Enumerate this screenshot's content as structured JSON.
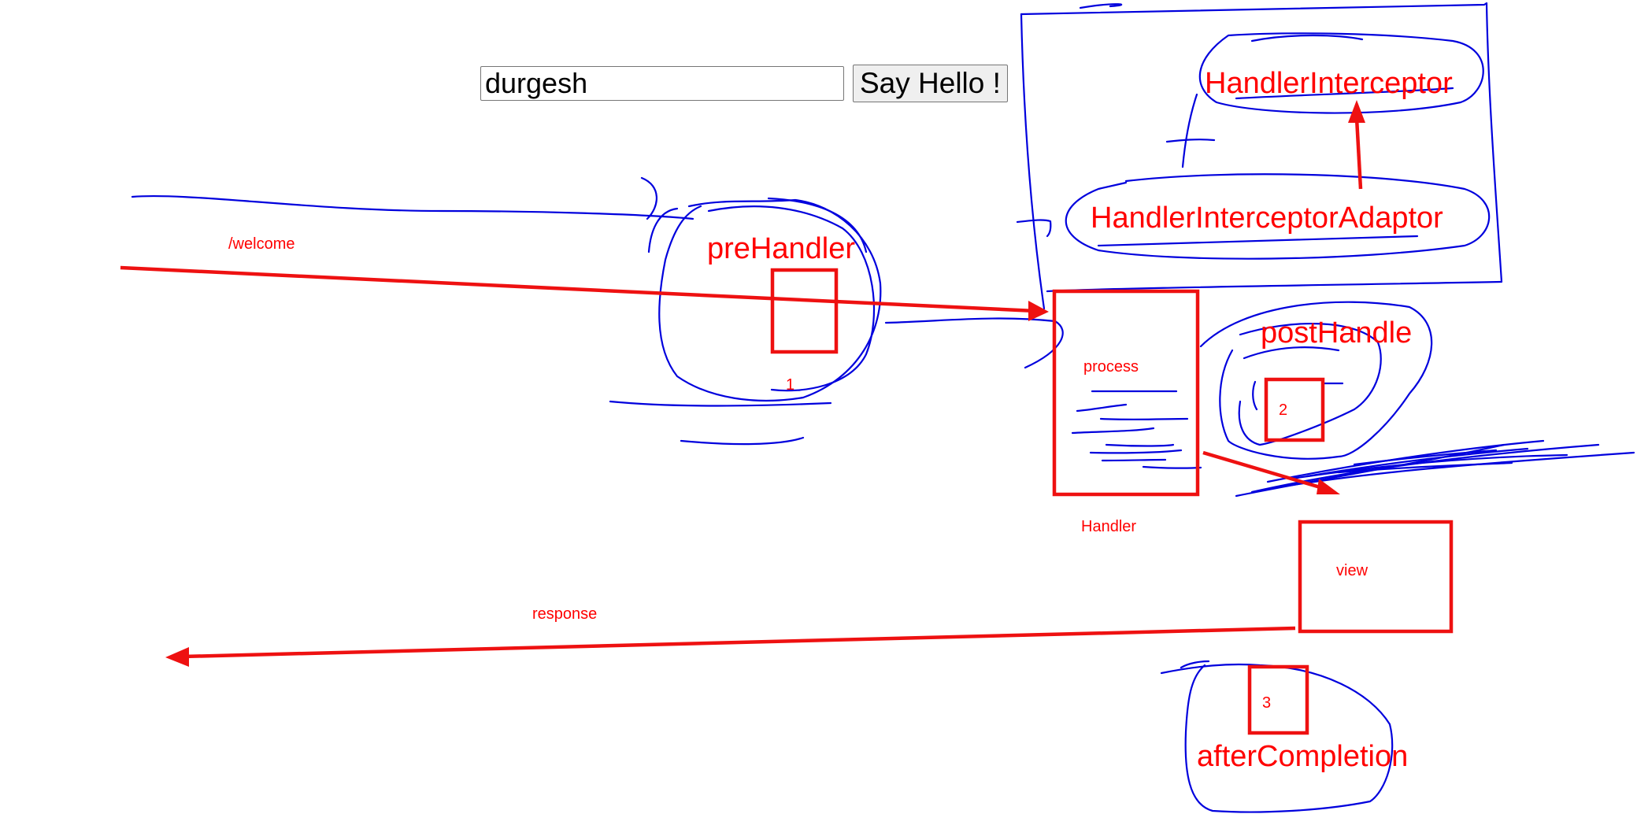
{
  "form": {
    "name_value": "durgesh",
    "button_label": "Say Hello !"
  },
  "labels": {
    "handler_interceptor": "HandlerInterceptor",
    "handler_interceptor_adaptor": "HandlerInterceptorAdaptor",
    "pre_handler": "preHandler",
    "post_handle": "postHandle",
    "after_completion": "afterCompletion",
    "welcome": "/welcome",
    "process": "process",
    "handler": "Handler",
    "view": "view",
    "response": "response",
    "step_1": "1",
    "step_2": "2",
    "step_3": "3"
  },
  "colors": {
    "annotation_red": "#ee1111",
    "ink_blue": "#0000dd"
  }
}
